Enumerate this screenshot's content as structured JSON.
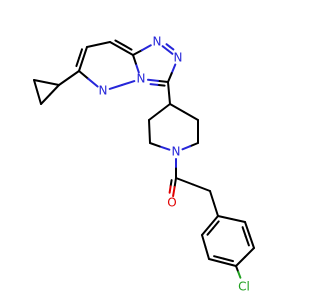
{
  "structure": {
    "atom_labels": {
      "n_triazole_top": "N",
      "n_triazole_right": "N",
      "n_bridge": "N",
      "n_pyridazine": "N",
      "n_piperidine": "N",
      "o_carbonyl": "O",
      "cl": "Cl"
    },
    "colors": {
      "carbon": "#000000",
      "nitrogen": "#2626d9",
      "oxygen": "#e00000",
      "chlorine": "#1f9f1f"
    }
  }
}
